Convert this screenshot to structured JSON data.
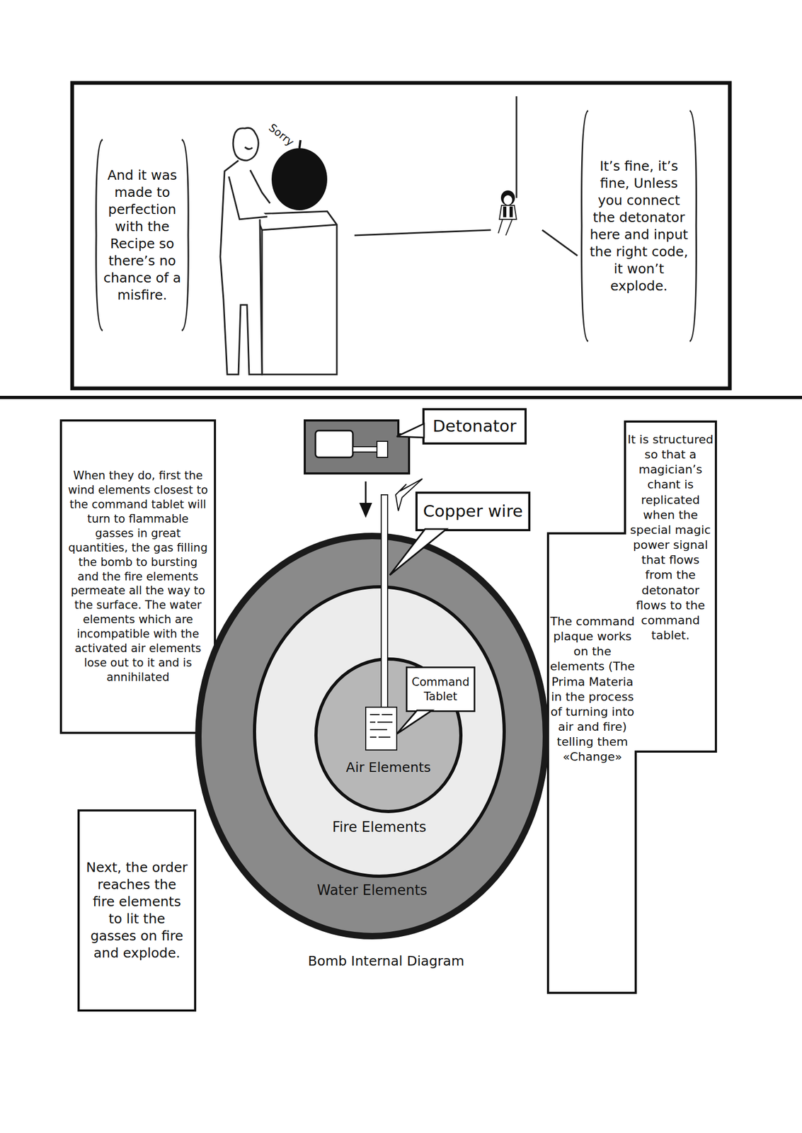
{
  "diagram": {
    "caption": "Bomb Internal Diagram",
    "nodes": [
      {
        "text": [
          "And it was made to perfection with the Recipe so there’s no chance of a misfire."
        ]
      },
      {
        "text": [
          "It’s fine, it’s fine, Unless you connect the detonator here and input the right code, it won’t explode."
        ]
      },
      {
        "text": [
          "When they do, first the wind elements closest to the command tablet will turn to flammable gasses in great quantities, the gas filling the bomb to bursting and the fire elements permeate all the way to the surface. The water elements which are incompatible with the activated air elements lose out to it and is annihilated"
        ]
      },
      {
        "text": [
          "Detonator"
        ]
      },
      {
        "text": [
          "Copper wire"
        ]
      },
      {
        "text": [
          "It is structured so that a magician’s chant is replicated when the special magic power signal that flows from the detonator flows to the command tablet.",
          "The command plaque works on the elements (The Prima Materia in the process of turning into air and fire) telling them «Change»"
        ]
      },
      {
        "text": [
          "Water Elements"
        ]
      },
      {
        "text": [
          "Fire Elements"
        ],
        "in": 6
      },
      {
        "text": [
          "Air Elements"
        ],
        "in": 7
      },
      {
        "text": [
          "Command Tablet"
        ],
        "in": 8
      },
      {
        "text": [
          "Next, the order reaches the fire elements to lit the gasses on fire and explode."
        ]
      }
    ],
    "labels": [
      "Sorry"
    ]
  }
}
